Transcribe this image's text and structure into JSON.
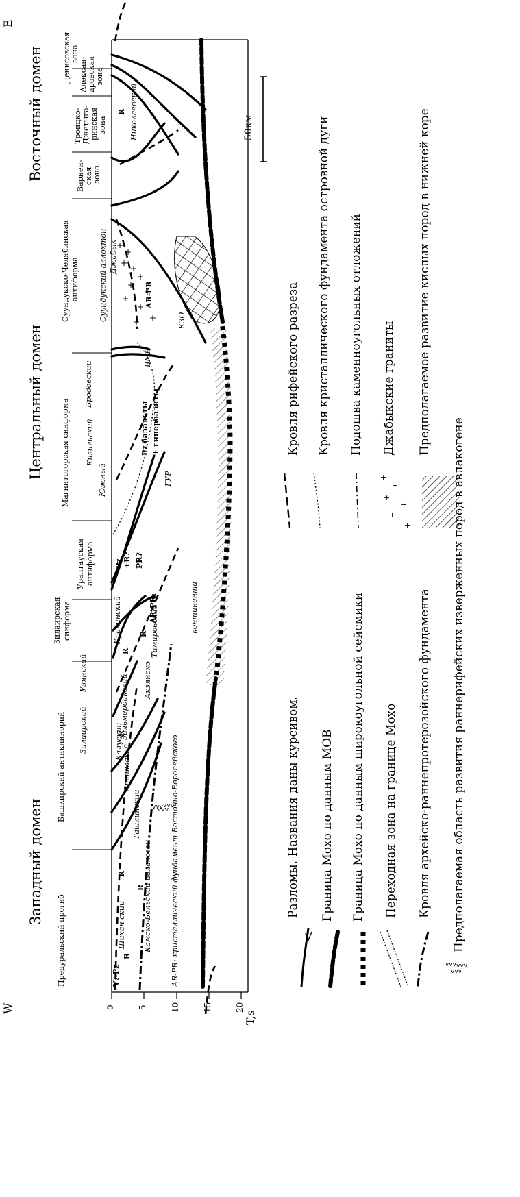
{
  "directions": {
    "west": "W",
    "east": "E"
  },
  "axis": {
    "label": "T,s",
    "ticks": [
      "0",
      "5",
      "10",
      "15",
      "20"
    ]
  },
  "scale_bar": {
    "label": "50км"
  },
  "domains": {
    "western": "Западный домен",
    "central": "Центральный домен",
    "eastern": "Восточный домен"
  },
  "zones": {
    "predural": "Предуральский прогиб",
    "bashkir": "Башкирский антиклинорий",
    "zilair_1": "Зилаирская",
    "zilair_2": "синформа",
    "uraltau_1": "Уралтауская",
    "uraltau_2": "антиформа",
    "magnitogorsk": "Магнитогорская синформа",
    "suunduk_1": "Суундукско-Челябинская",
    "suunduk_2": "антиформа",
    "varnen_1": "Варнен-",
    "varnen_2": "ская",
    "varnen_3": "зона",
    "troitsk_1": "Троицко-",
    "troitsk_2": "Джетыга-",
    "troitsk_3": "ринская",
    "troitsk_4": "зона",
    "aleks_1": "Алексан-",
    "aleks_2": "дровская",
    "aleks_3": "зона",
    "denis_1": "Денисовская",
    "denis_2": "зона"
  },
  "faults": {
    "shikhan": "Шихан ский",
    "tashlin": "Ташлинский",
    "ashatau": "Аташаский",
    "kalus": "Калуский",
    "zilmerdak": "Зильмердакский",
    "zilair": "Зилаирский",
    "uzyan": "Узянский",
    "akzyan": "Акзянско",
    "timirov": "Тимировский",
    "krak": "Кракинский",
    "yuzhny": "Южный",
    "kizil": "Кизильский",
    "brodovsky": "Бродовский",
    "gur": "ГУР",
    "vmr": "ВМР",
    "kzo": "КЗО",
    "suuduk_allochthon": "Суундукский аллохтон",
    "dzhabyk": "Джабык",
    "nikolaev": "Николаевский"
  },
  "units": {
    "vpz": "V₂-Pz",
    "r": "R",
    "kama_belsk": "Камско-Бельский авлакоген",
    "ar_pr_basement": "AR-PR₁ кристаллический фундамент Восточно-Европейского",
    "continent": "континента",
    "ar_pr1": "AR-PR₁",
    "pz_r": "Pz",
    "r_q": "+R?",
    "pr_q": "PR?",
    "pz_basalts_1": "Pz базальты",
    "pz_basalts_2": "+ гипербазиты",
    "ar_pr": "AR-PR"
  },
  "legend": [
    {
      "symbol": "fault",
      "text": "Разломы.  Названия даны курсивом."
    },
    {
      "symbol": "moho-mov",
      "text": "Граница Мохо по данным МОВ"
    },
    {
      "symbol": "moho-wide",
      "text": "Граница Мохо по данным широкоугольной сейсмики"
    },
    {
      "symbol": "moho-transition",
      "text": "Переходная зона на границе Мохо"
    },
    {
      "symbol": "archean-top",
      "text": "Кровля архейско-раннепротерозойского фундамента"
    },
    {
      "symbol": "riphean-rift",
      "text": "Предполагаемая область развития раннерифейских изверженных пород в авлакогене"
    },
    {
      "symbol": "riphean-top",
      "text": "Кровля рифейского разреза"
    },
    {
      "symbol": "arc-basement",
      "text": "Кровля кристаллического фундамента островной дуги"
    },
    {
      "symbol": "carboniferous-base",
      "text": "Подошва каменноугольных отложений"
    },
    {
      "symbol": "granites",
      "text": "Джабыкские граниты"
    },
    {
      "symbol": "felsic-lower-crust",
      "text": "Предполагаемое развитие кислых пород в нижней коре"
    }
  ]
}
